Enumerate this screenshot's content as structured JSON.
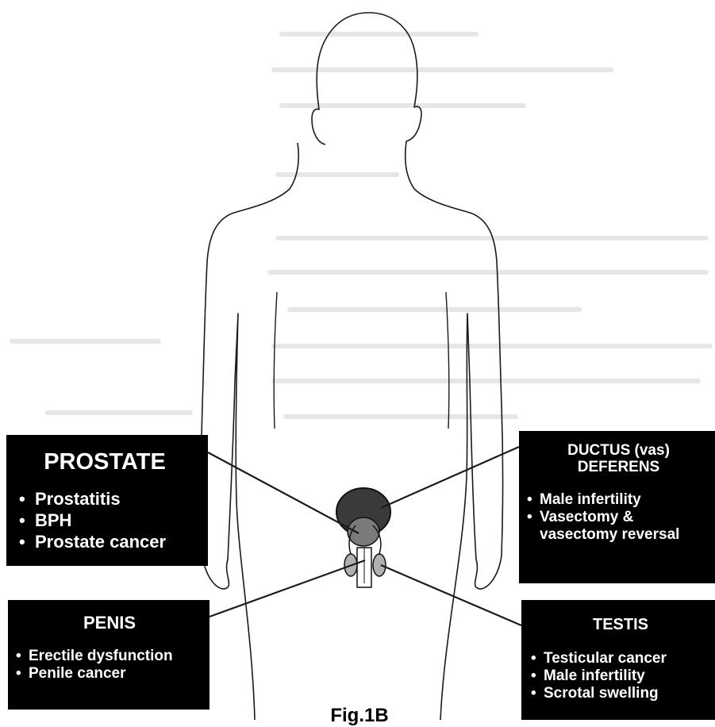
{
  "colors": {
    "line": "#1a1a1a",
    "box_background": "#000000",
    "box_text": "#ffffff",
    "organ_dark": "#3a3a3a",
    "organ_mid": "#7a7a7a",
    "organ_light": "#b0b0b0"
  },
  "boxes": {
    "prostate": {
      "title": "PROSTATE",
      "items": [
        "Prostatitis",
        "BPH",
        "Prostate cancer"
      ]
    },
    "penis": {
      "title": "PENIS",
      "items": [
        "Erectile dysfunction",
        "Penile cancer"
      ]
    },
    "ductus": {
      "title_line1": "DUCTUS (vas)",
      "title_line2": "DEFERENS",
      "item1": "Male infertility",
      "item2_line1": "Vasectomy &",
      "item2_line2": "vasectomy reversal"
    },
    "testis": {
      "title": "TESTIS",
      "items": [
        "Testicular cancer",
        "Male infertility",
        "Scrotal swelling"
      ]
    }
  },
  "caption": "Fig.1B"
}
